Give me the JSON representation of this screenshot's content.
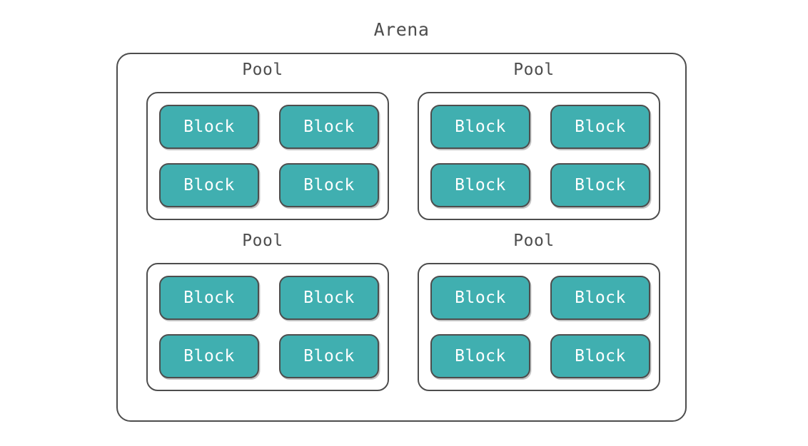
{
  "diagram": {
    "type": "nested-containment",
    "title": "Arena",
    "accent_color": "#40afb0",
    "stroke_color": "#4d4d4d",
    "text_color": "#4d4d4d",
    "block_text_color": "#ffffff",
    "background_color": "#ffffff",
    "layout": {
      "pool_rows": 2,
      "pool_columns": 2,
      "blocks_per_pool_rows": 2,
      "blocks_per_pool_columns": 2,
      "total_pools": 4,
      "total_blocks": 16
    },
    "pools": [
      {
        "label": "Pool",
        "blocks": [
          {
            "label": "Block"
          },
          {
            "label": "Block"
          },
          {
            "label": "Block"
          },
          {
            "label": "Block"
          }
        ]
      },
      {
        "label": "Pool",
        "blocks": [
          {
            "label": "Block"
          },
          {
            "label": "Block"
          },
          {
            "label": "Block"
          },
          {
            "label": "Block"
          }
        ]
      },
      {
        "label": "Pool",
        "blocks": [
          {
            "label": "Block"
          },
          {
            "label": "Block"
          },
          {
            "label": "Block"
          },
          {
            "label": "Block"
          }
        ]
      },
      {
        "label": "Pool",
        "blocks": [
          {
            "label": "Block"
          },
          {
            "label": "Block"
          },
          {
            "label": "Block"
          },
          {
            "label": "Block"
          }
        ]
      }
    ]
  }
}
